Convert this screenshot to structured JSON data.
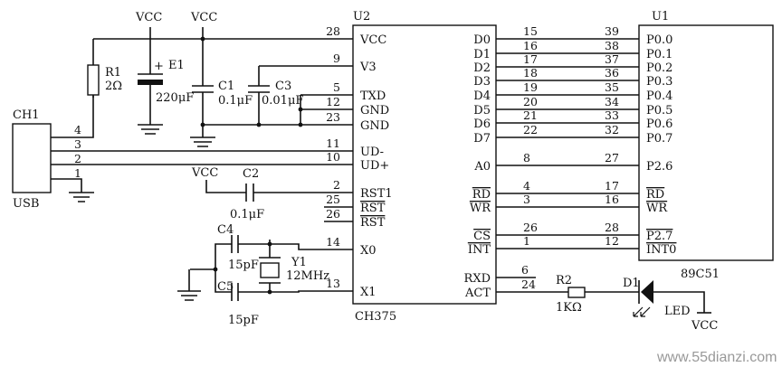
{
  "chips": {
    "u2": {
      "ref": "U2",
      "name": "CH375"
    },
    "u1": {
      "ref": "U1",
      "name": "89C51"
    },
    "ch1": {
      "ref": "CH1",
      "name": "USB"
    }
  },
  "labels": {
    "vcc": "VCC"
  },
  "parts": {
    "r1": {
      "ref": "R1",
      "value": "2Ω"
    },
    "e1": {
      "ref": "E1",
      "value": "220μF",
      "polarity": "+"
    },
    "c1": {
      "ref": "C1",
      "value": "0.1μF"
    },
    "c3": {
      "ref": "C3",
      "value": "0.01μF"
    },
    "c2": {
      "ref": "C2",
      "value": "0.1μF"
    },
    "c4": {
      "ref": "C4",
      "value": "15pF"
    },
    "c5": {
      "ref": "C5",
      "value": "15pF"
    },
    "y1": {
      "ref": "Y1",
      "value": "12MHz"
    },
    "r2": {
      "ref": "R2",
      "value": "1KΩ"
    },
    "d1": {
      "ref": "D1",
      "value": "LED"
    }
  },
  "u2_left_pins": [
    {
      "num": "28",
      "name": "VCC"
    },
    {
      "num": "9",
      "name": "V3"
    },
    {
      "num": "5",
      "name": "TXD"
    },
    {
      "num": "12",
      "name": "GND"
    },
    {
      "num": "23",
      "name": "GND"
    },
    {
      "num": "11",
      "name": "UD-"
    },
    {
      "num": "10",
      "name": "UD+"
    },
    {
      "num": "2",
      "name": "RST1"
    },
    {
      "num": "25",
      "name": "RST"
    },
    {
      "num": "26",
      "name": "RST"
    },
    {
      "num": "14",
      "name": "X0"
    },
    {
      "num": "13",
      "name": "X1"
    }
  ],
  "connections": [
    {
      "u2_pin": "15",
      "u2_name": "D0",
      "u1_pin": "39",
      "u1_name": "P0.0"
    },
    {
      "u2_pin": "16",
      "u2_name": "D1",
      "u1_pin": "38",
      "u1_name": "P0.1"
    },
    {
      "u2_pin": "17",
      "u2_name": "D2",
      "u1_pin": "37",
      "u1_name": "P0.2"
    },
    {
      "u2_pin": "18",
      "u2_name": "D3",
      "u1_pin": "36",
      "u1_name": "P0.3"
    },
    {
      "u2_pin": "19",
      "u2_name": "D4",
      "u1_pin": "35",
      "u1_name": "P0.4"
    },
    {
      "u2_pin": "20",
      "u2_name": "D5",
      "u1_pin": "34",
      "u1_name": "P0.5"
    },
    {
      "u2_pin": "21",
      "u2_name": "D6",
      "u1_pin": "33",
      "u1_name": "P0.6"
    },
    {
      "u2_pin": "22",
      "u2_name": "D7",
      "u1_pin": "32",
      "u1_name": "P0.7"
    },
    {
      "u2_pin": "8",
      "u2_name": "A0",
      "u1_pin": "27",
      "u1_name": "P2.6"
    },
    {
      "u2_pin": "4",
      "u2_name": "RD",
      "u1_pin": "17",
      "u1_name": "RD"
    },
    {
      "u2_pin": "3",
      "u2_name": "WR",
      "u1_pin": "16",
      "u1_name": "WR"
    },
    {
      "u2_pin": "26",
      "u2_name": "CS",
      "u1_pin": "28",
      "u1_name": "P2.7"
    },
    {
      "u2_pin": "1",
      "u2_name": "INT",
      "u1_pin": "12",
      "u1_name": "INT0"
    }
  ],
  "u2_right_extra": [
    {
      "num": "6",
      "name": "RXD"
    },
    {
      "num": "24",
      "name": "ACT"
    }
  ],
  "usb_pins": [
    "4",
    "3",
    "2",
    "1"
  ],
  "watermark": "www.55dianzi.com"
}
